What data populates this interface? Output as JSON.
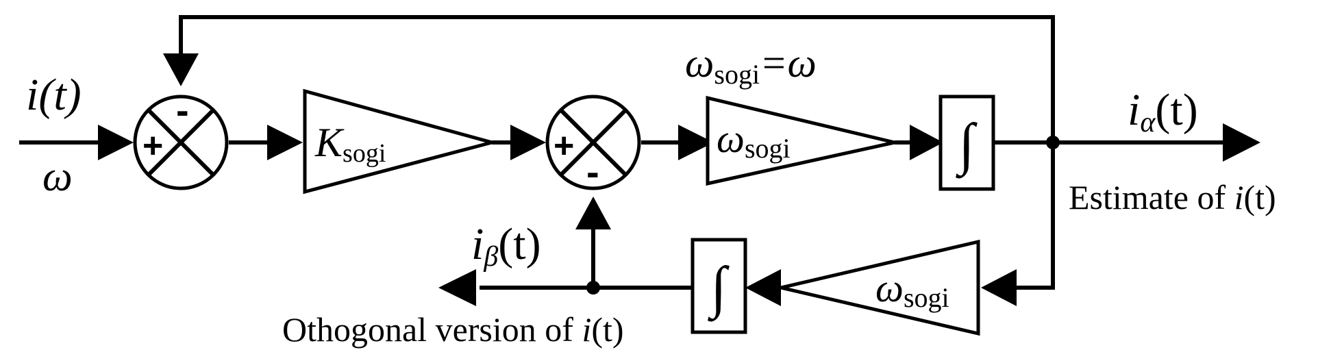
{
  "input": {
    "signal": "i(t)",
    "frequency": "ω"
  },
  "summer1": {
    "plus": "+",
    "minus": "-"
  },
  "gain_k": {
    "symbol": "K",
    "subscript": "sogi"
  },
  "summer2": {
    "plus": "+",
    "minus": "-"
  },
  "omega_equality": {
    "lhs": "ω",
    "lhs_sub": "sogi",
    "rhs": "=ω"
  },
  "gain_w_forward": {
    "symbol": "ω",
    "subscript": "sogi"
  },
  "integrator_forward": {
    "symbol": "∫"
  },
  "output_alpha": {
    "base": "i",
    "subscript": "α",
    "arg": "(t)",
    "caption_prefix": "Estimate of ",
    "caption_var": "i",
    "caption_arg": "(t)"
  },
  "gain_w_feedback": {
    "symbol": "ω",
    "subscript": "sogi"
  },
  "integrator_feedback": {
    "symbol": "∫"
  },
  "output_beta": {
    "base": "i",
    "subscript": "β",
    "arg": "(t)",
    "caption_prefix": "Othogonal version of ",
    "caption_var": "i",
    "caption_arg": "(t)"
  }
}
